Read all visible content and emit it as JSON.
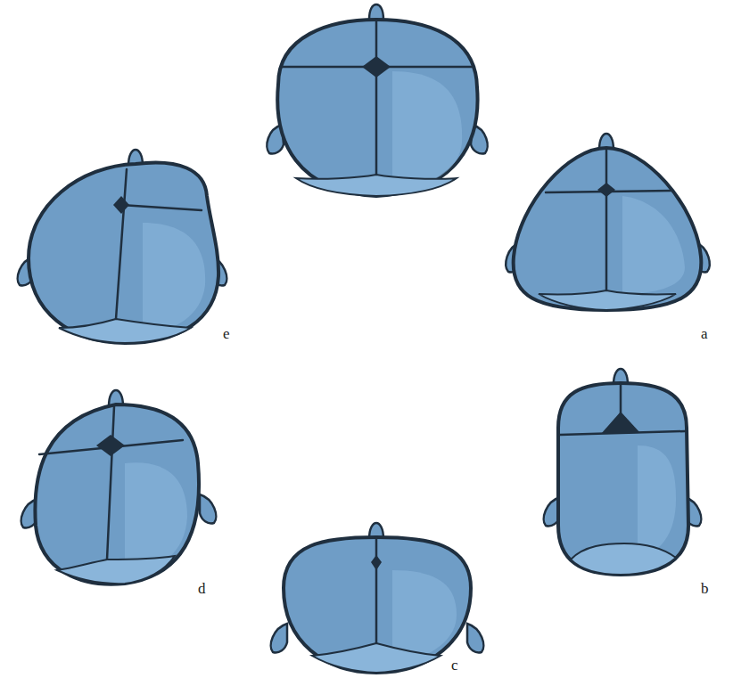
{
  "diagram": {
    "labels": [
      "e",
      "a",
      "d",
      "b",
      "c"
    ]
  }
}
